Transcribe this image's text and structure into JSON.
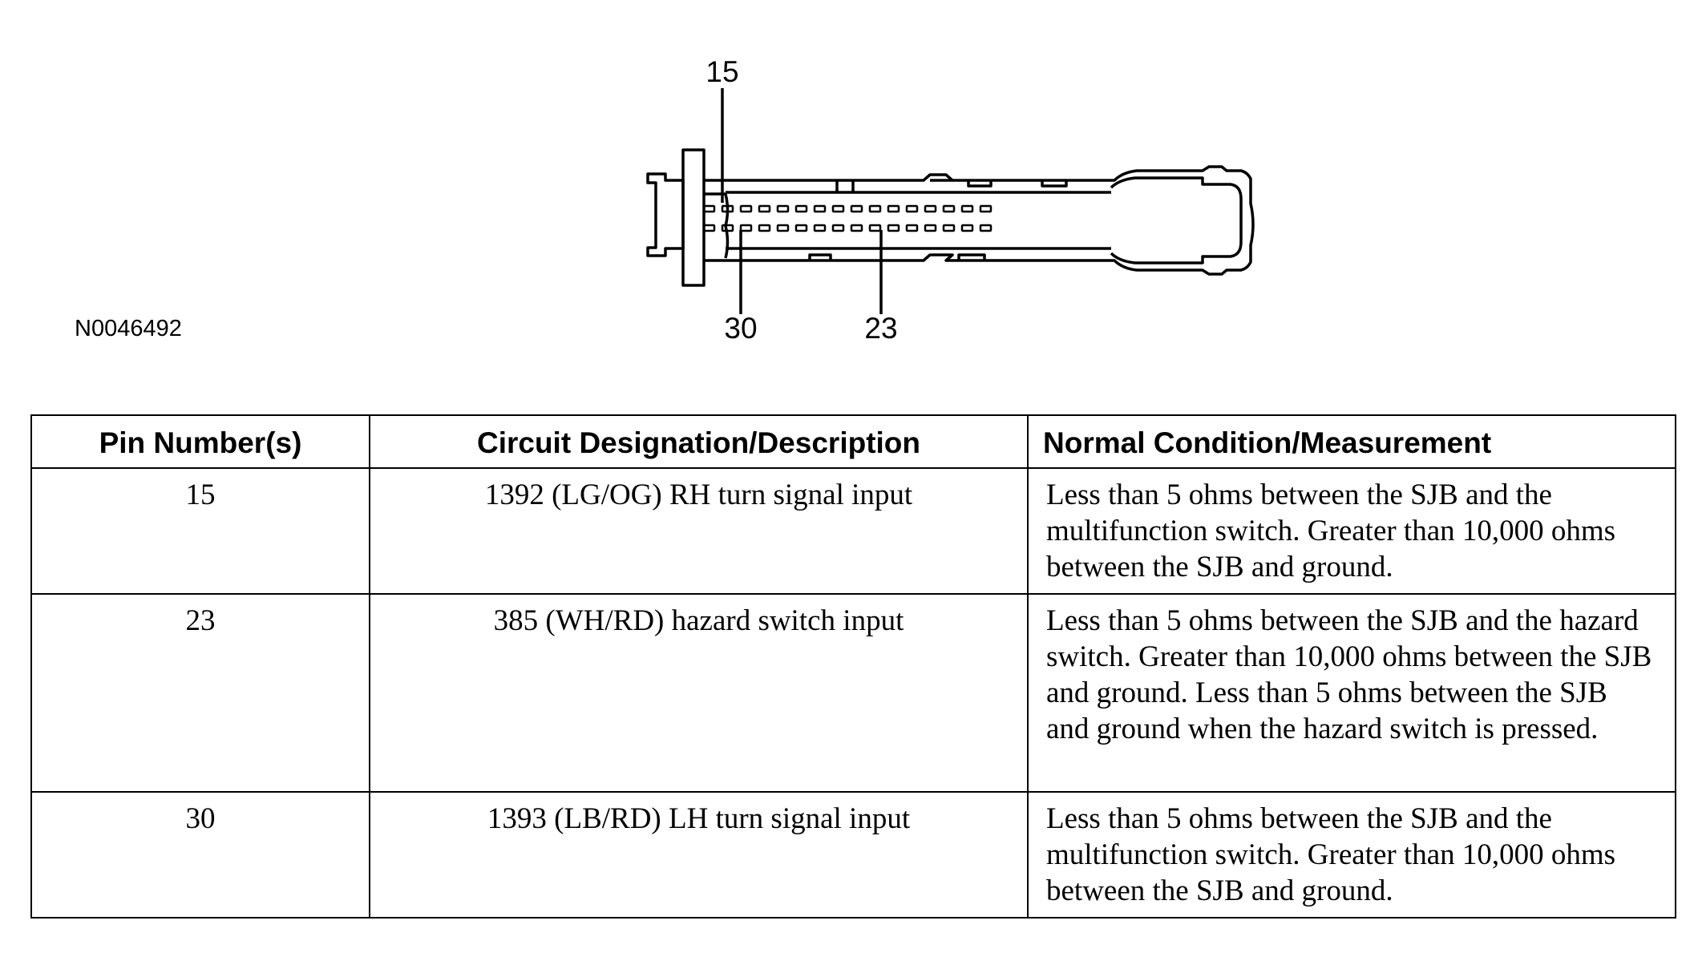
{
  "diagram": {
    "figure_id": "N0046492",
    "pin_labels": {
      "top": "15",
      "bottom_left": "30",
      "bottom_right": "23"
    }
  },
  "table": {
    "headers": {
      "pin": "Pin Number(s)",
      "circuit": "Circuit Designation/Description",
      "condition": "Normal Condition/Measurement"
    },
    "rows": [
      {
        "pin": "15",
        "circuit": "1392 (LG/OG) RH turn signal input",
        "condition": "Less than 5 ohms between the SJB and the multifunction switch. Greater than 10,000 ohms between the SJB and ground."
      },
      {
        "pin": "23",
        "circuit": "385 (WH/RD) hazard switch input",
        "condition": "Less than 5 ohms between the SJB and the hazard switch. Greater than 10,000 ohms between the SJB and ground. Less than 5 ohms between the SJB and ground when the hazard switch is pressed."
      },
      {
        "pin": "30",
        "circuit": "1393 (LB/RD) LH turn signal input",
        "condition": "Less than 5 ohms between the SJB and the multifunction switch. Greater than 10,000 ohms between the SJB and ground."
      }
    ]
  }
}
